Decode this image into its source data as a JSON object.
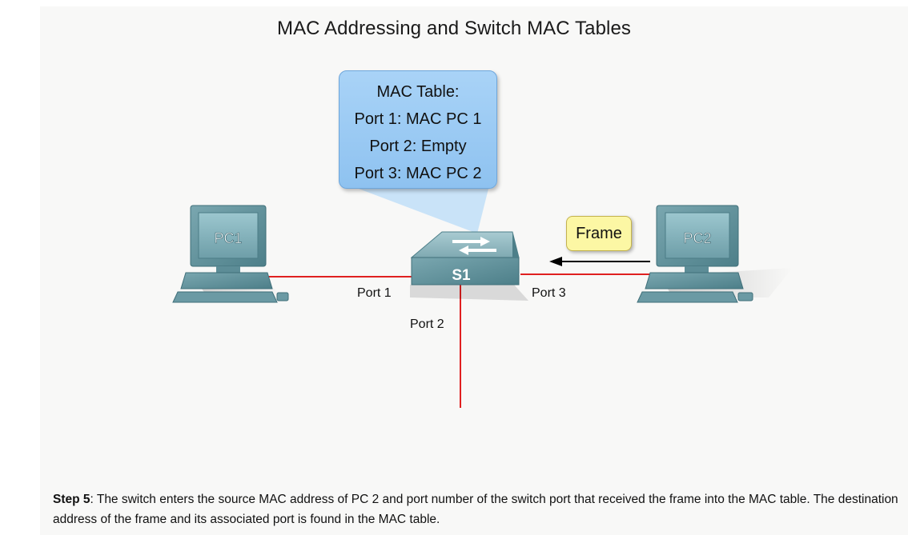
{
  "title": "MAC Addressing and Switch MAC Tables",
  "mac_table": {
    "header": "MAC Table:",
    "rows": [
      "Port 1: MAC PC 1",
      "Port 2: Empty",
      "Port 3: MAC PC 2"
    ]
  },
  "devices": {
    "pc1": "PC1",
    "pc2": "PC2",
    "switch": "S1"
  },
  "ports": {
    "port1": "Port 1",
    "port2": "Port 2",
    "port3": "Port 3"
  },
  "frame_label": "Frame",
  "caption": {
    "step": "Step 5",
    "text": ": The switch enters the source MAC address of PC 2 and port number of the switch port that received the frame into the MAC table. The destination address of the frame and its associated port is found in the MAC table."
  },
  "colors": {
    "link": "#e02020",
    "callout": "#9fcdf5",
    "frame": "#fcf7a4",
    "device": "#5e8f99"
  }
}
